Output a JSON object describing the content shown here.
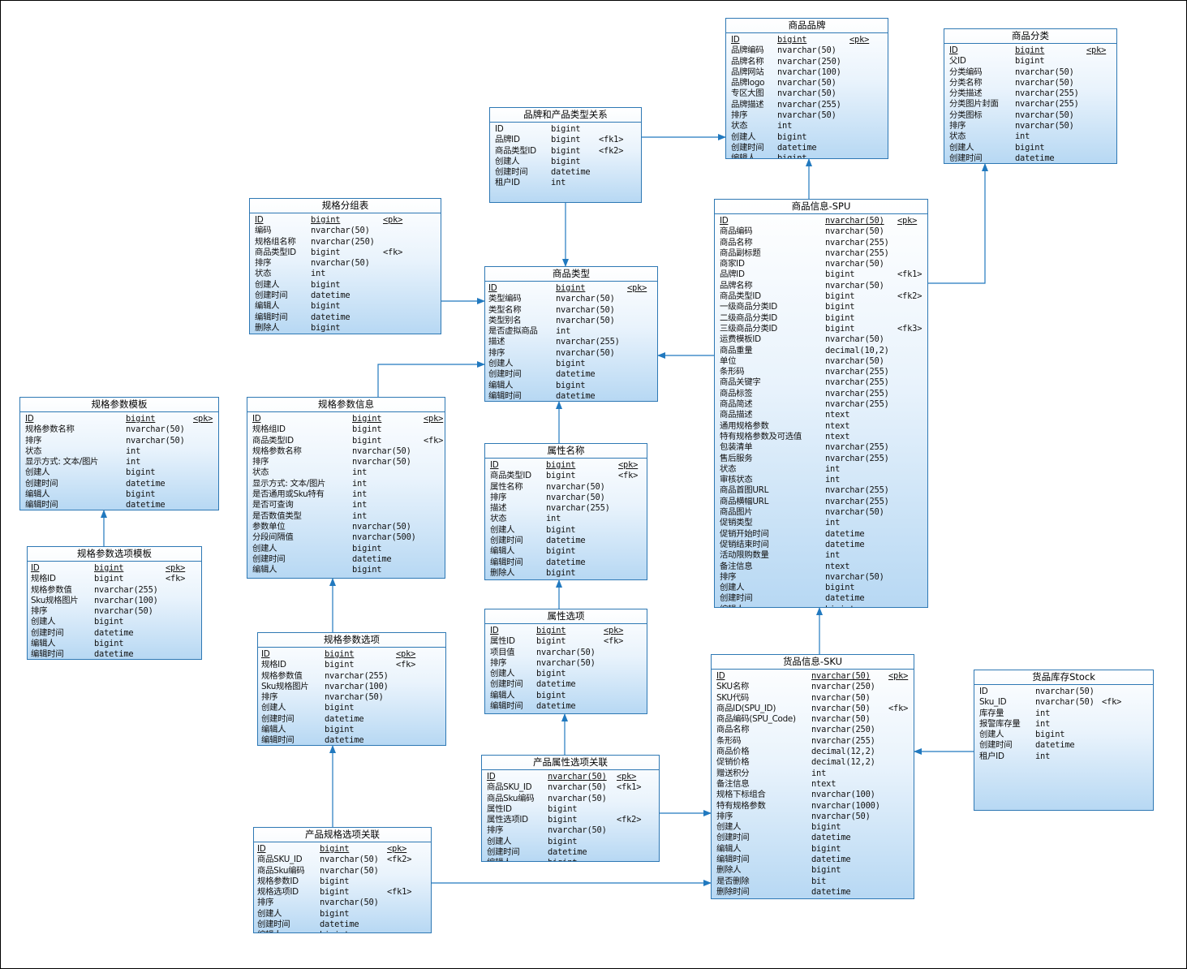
{
  "entities": [
    {
      "id": "brand",
      "title": "商品品牌",
      "rows": [
        [
          "ID",
          "bigint",
          "<pk>"
        ],
        [
          "品牌编码",
          "nvarchar(50)",
          ""
        ],
        [
          "品牌名称",
          "nvarchar(250)",
          ""
        ],
        [
          "品牌网站",
          "nvarchar(100)",
          ""
        ],
        [
          "品牌logo",
          "nvarchar(50)",
          ""
        ],
        [
          "专区大图",
          "nvarchar(50)",
          ""
        ],
        [
          "品牌描述",
          "nvarchar(255)",
          ""
        ],
        [
          "排序",
          "nvarchar(50)",
          ""
        ],
        [
          "状态",
          "int",
          ""
        ],
        [
          "创建人",
          "bigint",
          ""
        ],
        [
          "创建时间",
          "datetime",
          ""
        ],
        [
          "编辑人",
          "bigint",
          ""
        ]
      ]
    },
    {
      "id": "category",
      "title": "商品分类",
      "rows": [
        [
          "ID",
          "bigint",
          "<pk>"
        ],
        [
          "父ID",
          "bigint",
          ""
        ],
        [
          "分类编码",
          "nvarchar(50)",
          ""
        ],
        [
          "分类名称",
          "nvarchar(50)",
          ""
        ],
        [
          "分类描述",
          "nvarchar(255)",
          ""
        ],
        [
          "分类图片封面",
          "nvarchar(255)",
          ""
        ],
        [
          "分类图标",
          "nvarchar(50)",
          ""
        ],
        [
          "排序",
          "nvarchar(50)",
          ""
        ],
        [
          "状态",
          "int",
          ""
        ],
        [
          "创建人",
          "bigint",
          ""
        ],
        [
          "创建时间",
          "datetime",
          ""
        ]
      ]
    },
    {
      "id": "brand_type",
      "title": "品牌和产品类型关系",
      "rows": [
        [
          "ID",
          "bigint",
          ""
        ],
        [
          "品牌ID",
          "bigint",
          "<fk1>"
        ],
        [
          "商品类型ID",
          "bigint",
          "<fk2>"
        ],
        [
          "创建人",
          "bigint",
          ""
        ],
        [
          "创建时间",
          "datetime",
          ""
        ],
        [
          "租户ID",
          "int",
          ""
        ]
      ]
    },
    {
      "id": "spec_group",
      "title": "规格分组表",
      "rows": [
        [
          "ID",
          "bigint",
          "<pk>"
        ],
        [
          "编码",
          "nvarchar(50)",
          ""
        ],
        [
          "规格组名称",
          "nvarchar(250)",
          ""
        ],
        [
          "商品类型ID",
          "bigint",
          "<fk>"
        ],
        [
          "排序",
          "nvarchar(50)",
          ""
        ],
        [
          "状态",
          "int",
          ""
        ],
        [
          "创建人",
          "bigint",
          ""
        ],
        [
          "创建时间",
          "datetime",
          ""
        ],
        [
          "编辑人",
          "bigint",
          ""
        ],
        [
          "编辑时间",
          "datetime",
          ""
        ],
        [
          "删除人",
          "bigint",
          ""
        ]
      ]
    },
    {
      "id": "goods_type",
      "title": "商品类型",
      "rows": [
        [
          "ID",
          "bigint",
          "<pk>"
        ],
        [
          "类型编码",
          "nvarchar(50)",
          ""
        ],
        [
          "类型名称",
          "nvarchar(50)",
          ""
        ],
        [
          "类型别名",
          "nvarchar(50)",
          ""
        ],
        [
          "是否虚拟商品",
          "int",
          ""
        ],
        [
          "描述",
          "nvarchar(255)",
          ""
        ],
        [
          "排序",
          "nvarchar(50)",
          ""
        ],
        [
          "创建人",
          "bigint",
          ""
        ],
        [
          "创建时间",
          "datetime",
          ""
        ],
        [
          "编辑人",
          "bigint",
          ""
        ],
        [
          "编辑时间",
          "datetime",
          ""
        ]
      ]
    },
    {
      "id": "spu",
      "title": "商品信息-SPU",
      "rows": [
        [
          "ID",
          "nvarchar(50)",
          "<pk>"
        ],
        [
          "商品编码",
          "nvarchar(50)",
          ""
        ],
        [
          "商品名称",
          "nvarchar(255)",
          ""
        ],
        [
          "商品副标题",
          "nvarchar(255)",
          ""
        ],
        [
          "商家ID",
          "nvarchar(50)",
          ""
        ],
        [
          "品牌ID",
          "bigint",
          "<fk1>"
        ],
        [
          "品牌名称",
          "nvarchar(50)",
          ""
        ],
        [
          "商品类型ID",
          "bigint",
          "<fk2>"
        ],
        [
          "一级商品分类ID",
          "bigint",
          ""
        ],
        [
          "二级商品分类ID",
          "bigint",
          ""
        ],
        [
          "三级商品分类ID",
          "bigint",
          "<fk3>"
        ],
        [
          "运费模板ID",
          "nvarchar(50)",
          ""
        ],
        [
          "商品重量",
          "decimal(10,2)",
          ""
        ],
        [
          "单位",
          "nvarchar(50)",
          ""
        ],
        [
          "条形码",
          "nvarchar(255)",
          ""
        ],
        [
          "商品关键字",
          "nvarchar(255)",
          ""
        ],
        [
          "商品标签",
          "nvarchar(255)",
          ""
        ],
        [
          "商品简述",
          "nvarchar(255)",
          ""
        ],
        [
          "商品描述",
          "ntext",
          ""
        ],
        [
          "通用规格参数",
          "ntext",
          ""
        ],
        [
          "特有规格参数及可选值",
          "ntext",
          ""
        ],
        [
          "包装清单",
          "nvarchar(255)",
          ""
        ],
        [
          "售后服务",
          "nvarchar(255)",
          ""
        ],
        [
          "状态",
          "int",
          ""
        ],
        [
          "审核状态",
          "int",
          ""
        ],
        [
          "商品首图URL",
          "nvarchar(255)",
          ""
        ],
        [
          "商品横幅URL",
          "nvarchar(255)",
          ""
        ],
        [
          "商品图片",
          "nvarchar(50)",
          ""
        ],
        [
          "促销类型",
          "int",
          ""
        ],
        [
          "促销开始时间",
          "datetime",
          ""
        ],
        [
          "促销结束时间",
          "datetime",
          ""
        ],
        [
          "活动限购数量",
          "int",
          ""
        ],
        [
          "备注信息",
          "ntext",
          ""
        ],
        [
          "排序",
          "nvarchar(50)",
          ""
        ],
        [
          "创建人",
          "bigint",
          ""
        ],
        [
          "创建时间",
          "datetime",
          ""
        ],
        [
          "编辑人",
          "bigint",
          ""
        ]
      ]
    },
    {
      "id": "spec_tpl",
      "title": "规格参数模板",
      "rows": [
        [
          "ID",
          "bigint",
          "<pk>"
        ],
        [
          "规格参数名称",
          "nvarchar(50)",
          ""
        ],
        [
          "排序",
          "nvarchar(50)",
          ""
        ],
        [
          "状态",
          "int",
          ""
        ],
        [
          "显示方式: 文本/图片",
          "int",
          ""
        ],
        [
          "创建人",
          "bigint",
          ""
        ],
        [
          "创建时间",
          "datetime",
          ""
        ],
        [
          "编辑人",
          "bigint",
          ""
        ],
        [
          "编辑时间",
          "datetime",
          ""
        ]
      ]
    },
    {
      "id": "spec_info",
      "title": "规格参数信息",
      "rows": [
        [
          "ID",
          "bigint",
          "<pk>"
        ],
        [
          "规格组ID",
          "bigint",
          ""
        ],
        [
          "商品类型ID",
          "bigint",
          "<fk>"
        ],
        [
          "规格参数名称",
          "nvarchar(50)",
          ""
        ],
        [
          "排序",
          "nvarchar(50)",
          ""
        ],
        [
          "状态",
          "int",
          ""
        ],
        [
          "显示方式: 文本/图片",
          "int",
          ""
        ],
        [
          "是否通用或Sku特有",
          "int",
          ""
        ],
        [
          "是否可查询",
          "int",
          ""
        ],
        [
          "是否数值类型",
          "int",
          ""
        ],
        [
          "参数单位",
          "nvarchar(50)",
          ""
        ],
        [
          "分段间隔值",
          "nvarchar(500)",
          ""
        ],
        [
          "创建人",
          "bigint",
          ""
        ],
        [
          "创建时间",
          "datetime",
          ""
        ],
        [
          "编辑人",
          "bigint",
          ""
        ]
      ]
    },
    {
      "id": "attr_name",
      "title": "属性名称",
      "rows": [
        [
          "ID",
          "bigint",
          "<pk>"
        ],
        [
          "商品类型ID",
          "bigint",
          "<fk>"
        ],
        [
          "属性名称",
          "nvarchar(50)",
          ""
        ],
        [
          "排序",
          "nvarchar(50)",
          ""
        ],
        [
          "描述",
          "nvarchar(255)",
          ""
        ],
        [
          "状态",
          "int",
          ""
        ],
        [
          "创建人",
          "bigint",
          ""
        ],
        [
          "创建时间",
          "datetime",
          ""
        ],
        [
          "编辑人",
          "bigint",
          ""
        ],
        [
          "编辑时间",
          "datetime",
          ""
        ],
        [
          "删除人",
          "bigint",
          ""
        ]
      ]
    },
    {
      "id": "spec_opt_tpl",
      "title": "规格参数选项模板",
      "rows": [
        [
          "ID",
          "bigint",
          "<pk>"
        ],
        [
          "规格ID",
          "bigint",
          "<fk>"
        ],
        [
          "规格参数值",
          "nvarchar(255)",
          ""
        ],
        [
          "Sku规格图片",
          "nvarchar(100)",
          ""
        ],
        [
          "排序",
          "nvarchar(50)",
          ""
        ],
        [
          "创建人",
          "bigint",
          ""
        ],
        [
          "创建时间",
          "datetime",
          ""
        ],
        [
          "编辑人",
          "bigint",
          ""
        ],
        [
          "编辑时间",
          "datetime",
          ""
        ]
      ]
    },
    {
      "id": "attr_opt",
      "title": "属性选项",
      "rows": [
        [
          "ID",
          "bigint",
          "<pk>"
        ],
        [
          "属性ID",
          "bigint",
          "<fk>"
        ],
        [
          "项目值",
          "nvarchar(50)",
          ""
        ],
        [
          "排序",
          "nvarchar(50)",
          ""
        ],
        [
          "创建人",
          "bigint",
          ""
        ],
        [
          "创建时间",
          "datetime",
          ""
        ],
        [
          "编辑人",
          "bigint",
          ""
        ],
        [
          "编辑时间",
          "datetime",
          ""
        ]
      ]
    },
    {
      "id": "spec_opt",
      "title": "规格参数选项",
      "rows": [
        [
          "ID",
          "bigint",
          "<pk>"
        ],
        [
          "规格ID",
          "bigint",
          "<fk>"
        ],
        [
          "规格参数值",
          "nvarchar(255)",
          ""
        ],
        [
          "Sku规格图片",
          "nvarchar(100)",
          ""
        ],
        [
          "排序",
          "nvarchar(50)",
          ""
        ],
        [
          "创建人",
          "bigint",
          ""
        ],
        [
          "创建时间",
          "datetime",
          ""
        ],
        [
          "编辑人",
          "bigint",
          ""
        ],
        [
          "编辑时间",
          "datetime",
          ""
        ]
      ]
    },
    {
      "id": "sku",
      "title": "货品信息-SKU",
      "rows": [
        [
          "ID",
          "nvarchar(50)",
          "<pk>"
        ],
        [
          "SKU名称",
          "nvarchar(250)",
          ""
        ],
        [
          "SKU代码",
          "nvarchar(50)",
          ""
        ],
        [
          "商品ID(SPU_ID)",
          "nvarchar(50)",
          "<fk>"
        ],
        [
          "商品编码(SPU_Code)",
          "nvarchar(50)",
          ""
        ],
        [
          "商品名称",
          "nvarchar(250)",
          ""
        ],
        [
          "条形码",
          "nvarchar(255)",
          ""
        ],
        [
          "商品价格",
          "decimal(12,2)",
          ""
        ],
        [
          "促销价格",
          "decimal(12,2)",
          ""
        ],
        [
          "赠送积分",
          "int",
          ""
        ],
        [
          "备注信息",
          "ntext",
          ""
        ],
        [
          "规格下标组合",
          "nvarchar(100)",
          ""
        ],
        [
          "特有规格参数",
          "nvarchar(1000)",
          ""
        ],
        [
          "排序",
          "nvarchar(50)",
          ""
        ],
        [
          "创建人",
          "bigint",
          ""
        ],
        [
          "创建时间",
          "datetime",
          ""
        ],
        [
          "编辑人",
          "bigint",
          ""
        ],
        [
          "编辑时间",
          "datetime",
          ""
        ],
        [
          "删除人",
          "bigint",
          ""
        ],
        [
          "是否删除",
          "bit",
          ""
        ],
        [
          "删除时间",
          "datetime",
          ""
        ]
      ]
    },
    {
      "id": "stock",
      "title": "货品库存Stock",
      "rows": [
        [
          "ID",
          "nvarchar(50)",
          ""
        ],
        [
          "Sku_ID",
          "nvarchar(50)",
          "<fk>"
        ],
        [
          "库存量",
          "int",
          ""
        ],
        [
          "报警库存量",
          "int",
          ""
        ],
        [
          "创建人",
          "bigint",
          ""
        ],
        [
          "创建时间",
          "datetime",
          ""
        ],
        [
          "租户ID",
          "int",
          ""
        ]
      ]
    },
    {
      "id": "prod_attr_opt",
      "title": "产品属性选项关联",
      "rows": [
        [
          "ID",
          "nvarchar(50)",
          "<pk>"
        ],
        [
          "商品SKU_ID",
          "nvarchar(50)",
          "<fk1>"
        ],
        [
          "商品Sku编码",
          "nvarchar(50)",
          ""
        ],
        [
          "属性ID",
          "bigint",
          ""
        ],
        [
          "属性选项ID",
          "bigint",
          "<fk2>"
        ],
        [
          "排序",
          "nvarchar(50)",
          ""
        ],
        [
          "创建人",
          "bigint",
          ""
        ],
        [
          "创建时间",
          "datetime",
          ""
        ],
        [
          "编辑人",
          "bigint",
          ""
        ]
      ]
    },
    {
      "id": "prod_spec_opt",
      "title": "产品规格选项关联",
      "rows": [
        [
          "ID",
          "bigint",
          "<pk>"
        ],
        [
          "商品SKU_ID",
          "nvarchar(50)",
          "<fk2>"
        ],
        [
          "商品Sku编码",
          "nvarchar(50)",
          ""
        ],
        [
          "规格参数ID",
          "bigint",
          ""
        ],
        [
          "规格选项ID",
          "bigint",
          "<fk1>"
        ],
        [
          "排序",
          "nvarchar(50)",
          ""
        ],
        [
          "创建人",
          "bigint",
          ""
        ],
        [
          "创建时间",
          "datetime",
          ""
        ],
        [
          "编辑人",
          "bigint",
          ""
        ]
      ]
    }
  ]
}
